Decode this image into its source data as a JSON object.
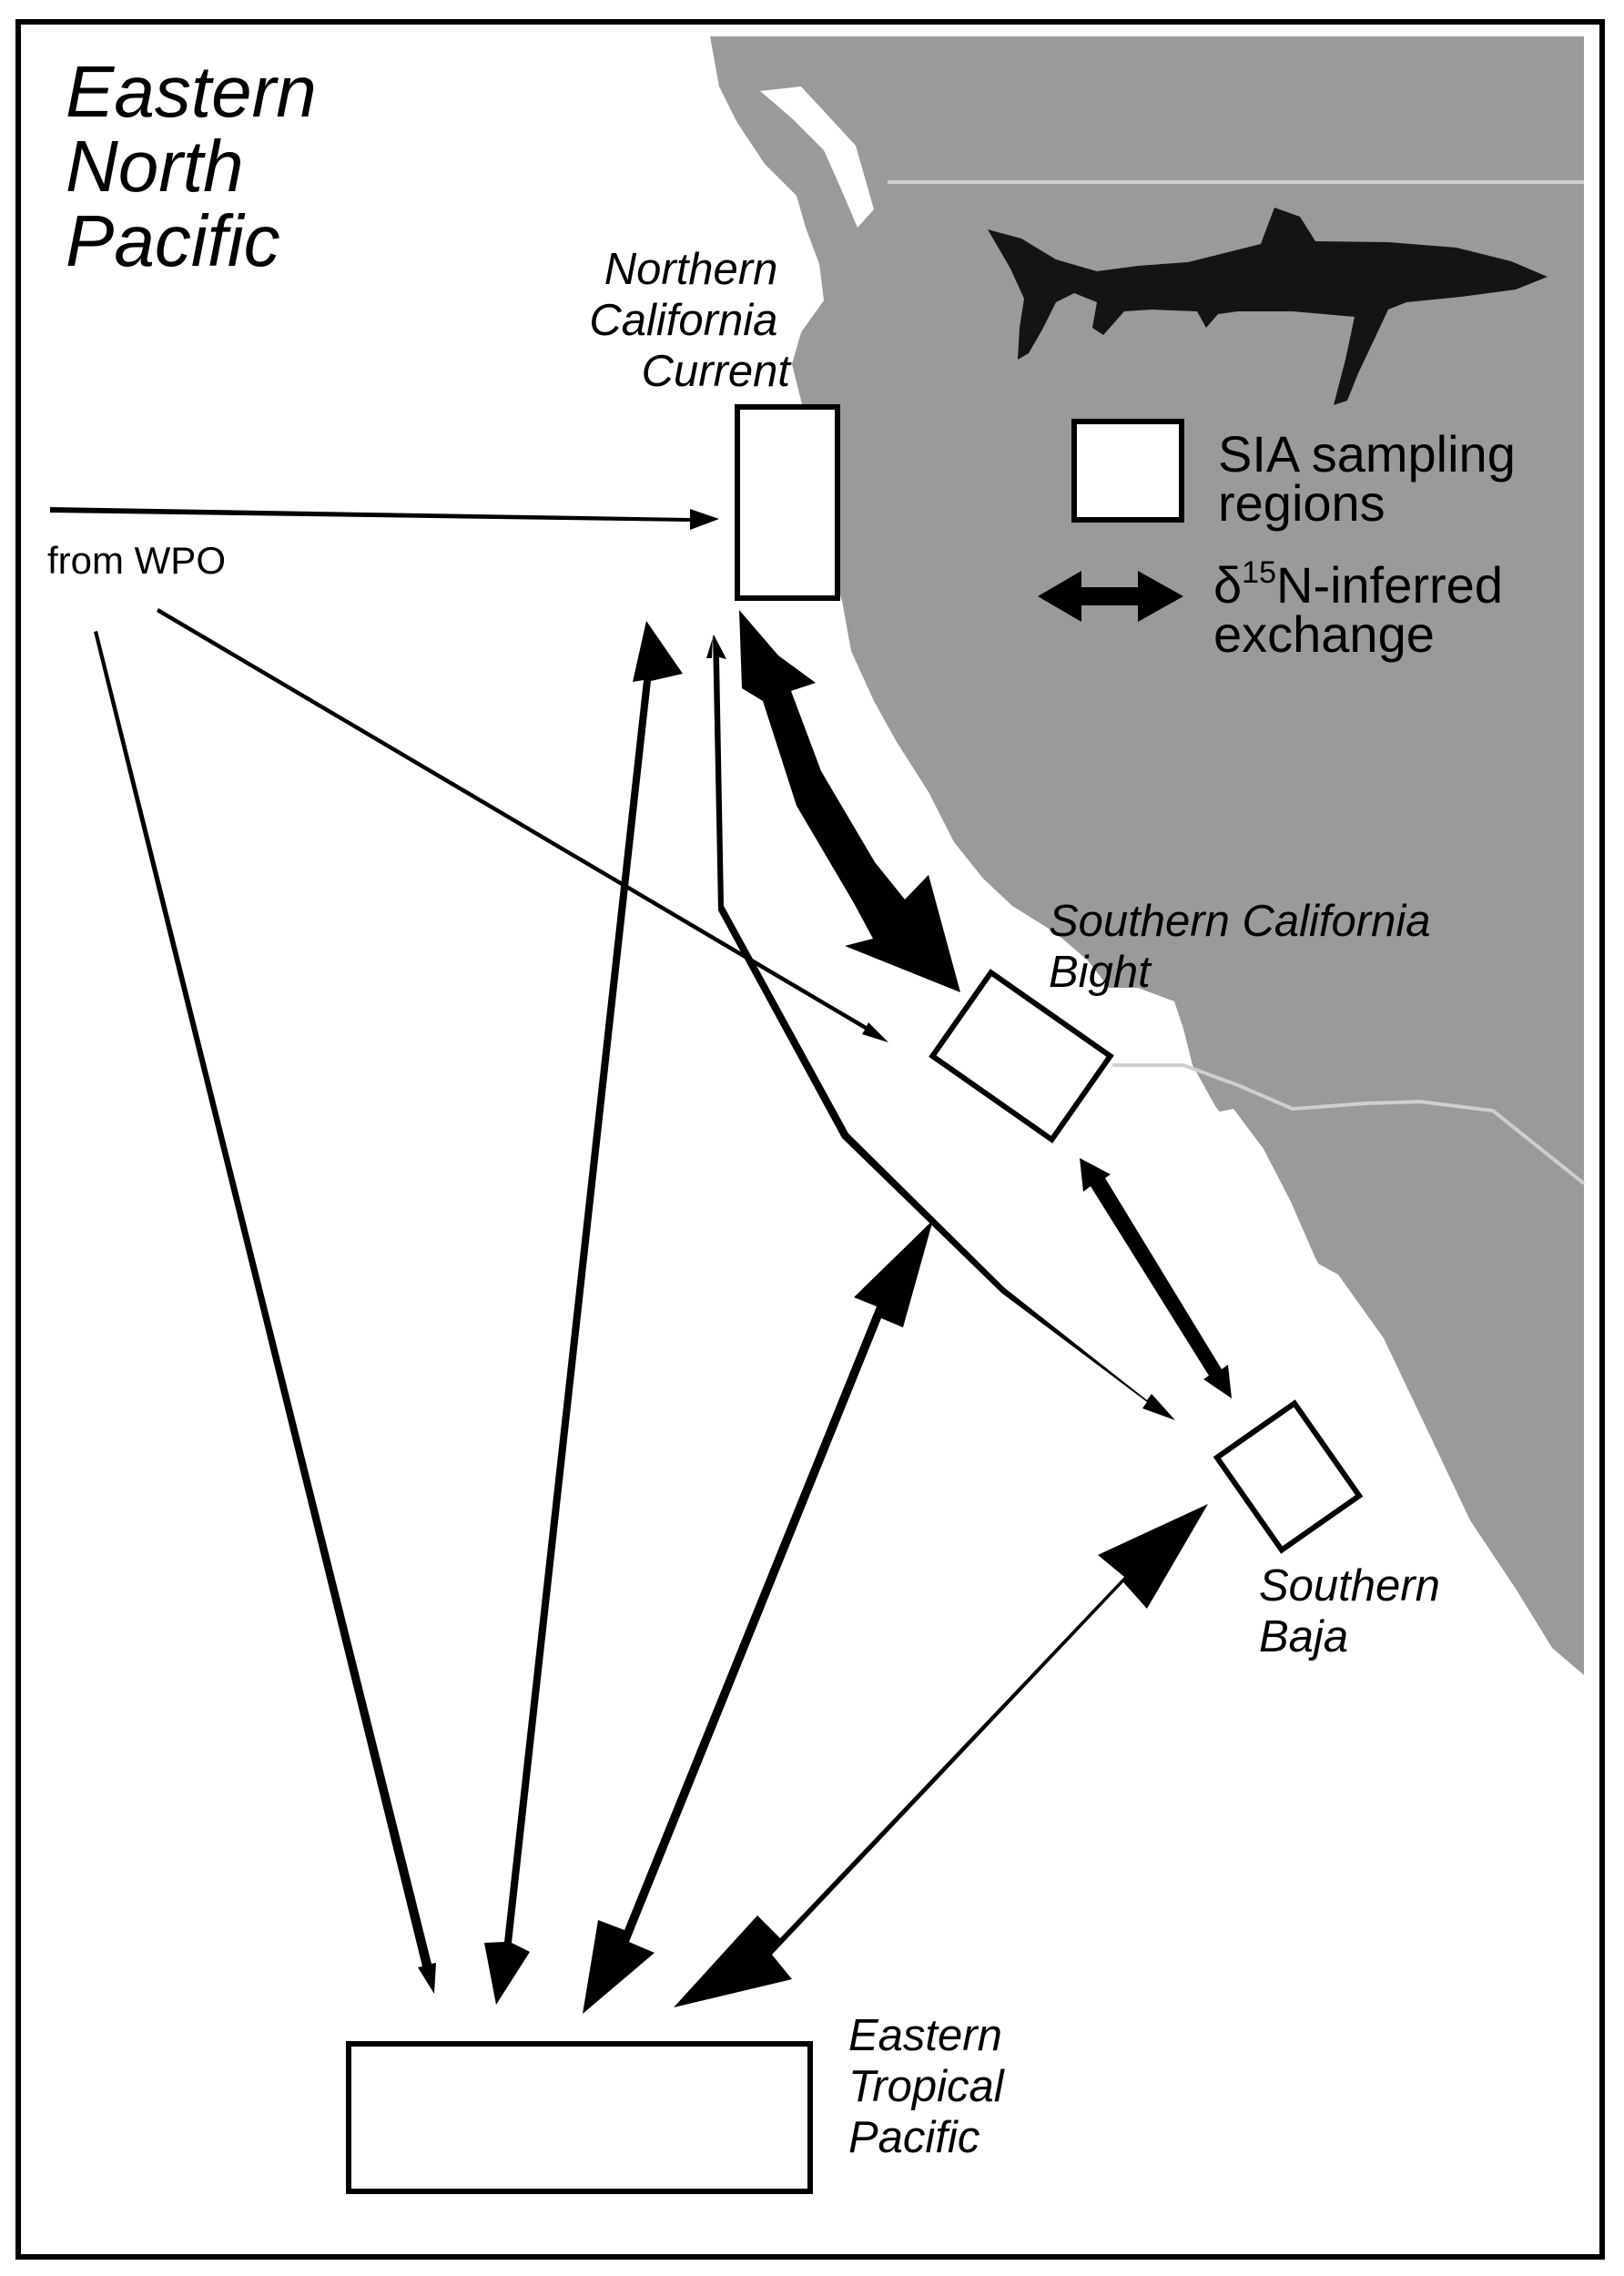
{
  "title": {
    "line1": "Eastern",
    "line2": "North",
    "line3": "Pacific"
  },
  "regions": {
    "ncc": {
      "line1": "Northern",
      "line2": "California",
      "line3": "Current"
    },
    "scb": {
      "line1": "Southern California",
      "line2": "Bight"
    },
    "sbaja": {
      "line1": "Southern",
      "line2": "Baja"
    },
    "etp": {
      "line1": "Eastern",
      "line2": "Tropical",
      "line3": "Pacific"
    }
  },
  "source_label": "from WPO",
  "legend": {
    "box_line1": "SIA sampling",
    "box_line2": "regions",
    "arrow_prefix": "δ",
    "arrow_superscript": "15",
    "arrow_suffix": "N-inferred",
    "arrow_line2": "exchange"
  },
  "icons": {
    "shark": "shark-silhouette-icon",
    "legend_arrow": "double-headed-arrow-icon"
  },
  "colors": {
    "land": "#9a9a9a",
    "ocean": "#ffffff",
    "arrows": "#000000",
    "borders": "#cfcfcf"
  }
}
